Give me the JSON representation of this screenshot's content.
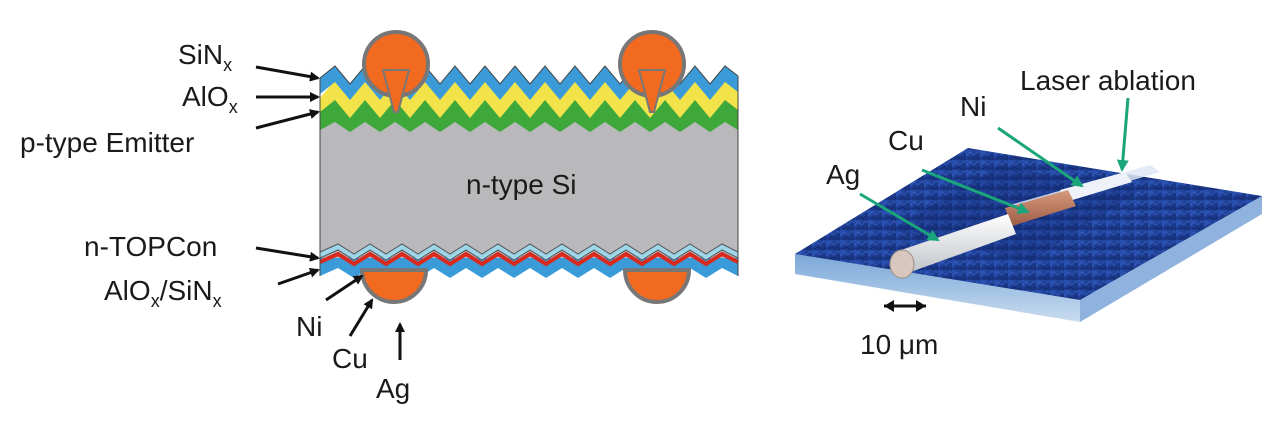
{
  "left_panel": {
    "labels": {
      "sinx_base": "SiN",
      "sinx_sub": "x",
      "alox_base": "AlO",
      "alox_sub": "x",
      "emitter": "p-type Emitter",
      "bulk": "n-type Si",
      "topcon": "n-TOPCon",
      "rear_a": "AlO",
      "rear_a_sub": "x",
      "rear_slash": "/SiN",
      "rear_b_sub": "x",
      "ni": "Ni",
      "cu": "Cu",
      "ag": "Ag"
    },
    "colors": {
      "sinx": "#3a9bd8",
      "alox": "#f2e34a",
      "emitter": "#3fa83a",
      "bulk": "#b9b9bb",
      "topcon_red": "#d92a1f",
      "rear_light": "#9ed6ea",
      "contact": "#f26a1f",
      "contact_seed": "#8a8a8a"
    }
  },
  "right_panel": {
    "labels": {
      "laser": "Laser ablation",
      "ni": "Ni",
      "cu": "Cu",
      "ag": "Ag",
      "scale": "10 μm"
    },
    "colors": {
      "substrate": "#1f3f97",
      "arrow": "#1aa67a",
      "ag_metal": "#e8e8e8",
      "cu_metal": "#b8785e"
    }
  }
}
